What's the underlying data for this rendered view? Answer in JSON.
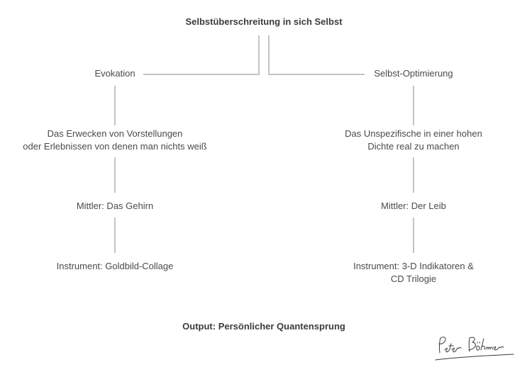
{
  "diagram": {
    "root": "Selbstüberschreitung in sich Selbst",
    "left": {
      "title": "Evokation",
      "description_line1": "Das Erwecken von Vorstellungen",
      "description_line2": "oder Erlebnissen von denen man nichts weiß",
      "medium": "Mittler: Das Gehirn",
      "instrument": "Instrument: Goldbild-Collage"
    },
    "right": {
      "title": "Selbst-Optimierung",
      "description_line1": "Das Unspezifische in einer hohen",
      "description_line2": "Dichte real zu machen",
      "medium": "Mittler: Der Leib",
      "instrument_line1": "Instrument: 3-D Indikatoren &",
      "instrument_line2": "CD Trilogie"
    },
    "output": "Output: Persönlicher Quantensprung"
  },
  "signature": {
    "text": "Peter Böhmer"
  },
  "colors": {
    "text": "#4a4a4a",
    "connector": "#c4c4c4"
  }
}
